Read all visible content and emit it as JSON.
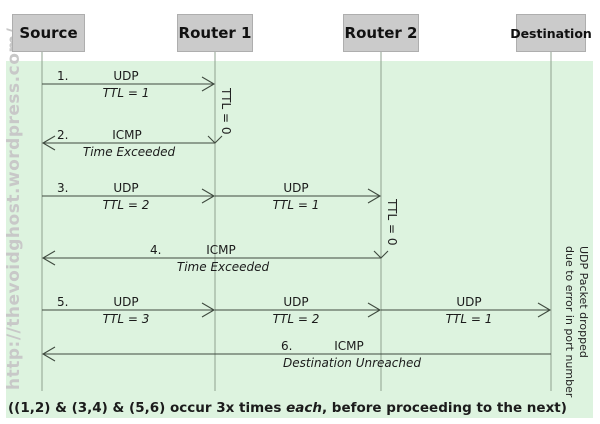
{
  "watermark": {
    "url": "http://thevoidghost.wordpress.com/"
  },
  "actors": [
    {
      "name": "Source"
    },
    {
      "name": "Router 1"
    },
    {
      "name": "Router 2"
    },
    {
      "name": "Destination"
    }
  ],
  "messages": [
    {
      "num": "1.",
      "from": "Source",
      "to": "Router 1",
      "segments": [
        {
          "protocol": "UDP",
          "detail": "TTL = 1"
        }
      ]
    },
    {
      "num": "2.",
      "from": "Router 1",
      "to": "Source",
      "segments": [
        {
          "protocol": "ICMP",
          "detail": "Time Exceeded"
        }
      ]
    },
    {
      "num": "3.",
      "from": "Source",
      "to": "Router 2",
      "segments": [
        {
          "protocol": "UDP",
          "detail": "TTL = 2"
        },
        {
          "protocol": "UDP",
          "detail": "TTL = 1"
        }
      ]
    },
    {
      "num": "4.",
      "from": "Router 2",
      "to": "Source",
      "segments": [
        {
          "protocol": "ICMP",
          "detail": "Time Exceeded"
        }
      ]
    },
    {
      "num": "5.",
      "from": "Source",
      "to": "Destination",
      "segments": [
        {
          "protocol": "UDP",
          "detail": "TTL = 3"
        },
        {
          "protocol": "UDP",
          "detail": "TTL = 2"
        },
        {
          "protocol": "UDP",
          "detail": "TTL = 1"
        }
      ]
    },
    {
      "num": "6.",
      "from": "Destination",
      "to": "Source",
      "segments": [
        {
          "protocol": "ICMP",
          "detail": "Destination Unreached"
        }
      ]
    }
  ],
  "annotations": {
    "router1_ttl": "TTL = 0",
    "router2_ttl": "TTL = 0",
    "destination_note_line1": "UDP Packet dropped",
    "destination_note_line2": "due to error in port number"
  },
  "footer": {
    "prefix": "((1,2) & (3,4) & (5,6) occur 3x times ",
    "emphasis": "each",
    "suffix": ", before proceeding to the next)"
  },
  "colors": {
    "background": "#ddf3df",
    "actor_box": "#cbcbcb",
    "watermark": "#c8c8c8",
    "arrow_line": "#3f4a3f",
    "lifeline": "#8fa08f"
  }
}
